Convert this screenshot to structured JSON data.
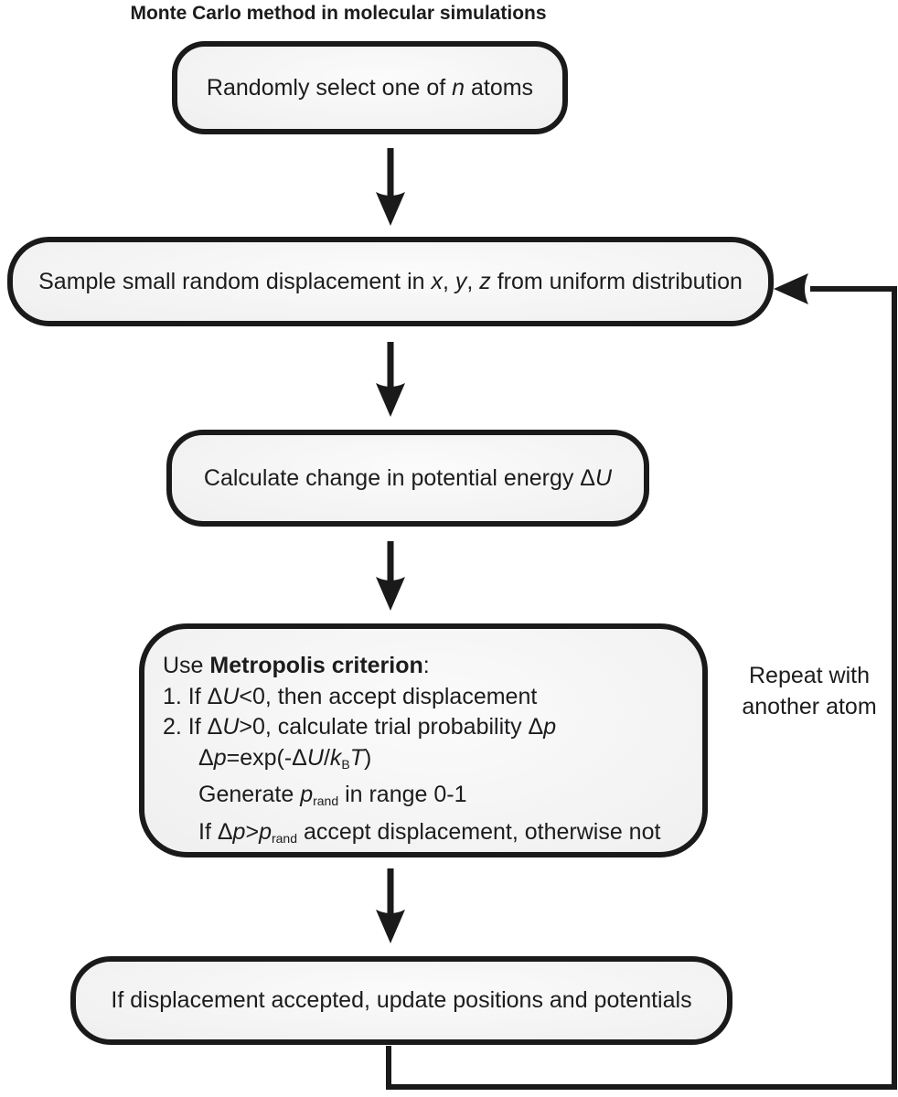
{
  "title": "Monte Carlo method in molecular simulations",
  "colors": {
    "background": "#ffffff",
    "box-border": "#1a1a1a",
    "box-fill-start": "#fbfbfb",
    "box-fill-end": "#e2e2e2",
    "text": "#1c1c1e",
    "arrow": "#1a1a1a"
  },
  "flow": {
    "select": {
      "lines": [
        {
          "segments": [
            {
              "t": "Randomly select one of "
            },
            {
              "t": "n",
              "i": true
            },
            {
              "t": " atoms"
            }
          ]
        }
      ]
    },
    "sample": {
      "lines": [
        {
          "segments": [
            {
              "t": "Sample small random displacement in "
            },
            {
              "t": "x",
              "i": true
            },
            {
              "t": ", "
            },
            {
              "t": "y",
              "i": true
            },
            {
              "t": ", "
            },
            {
              "t": "z",
              "i": true
            },
            {
              "t": " from uniform distribution"
            }
          ]
        }
      ]
    },
    "energy": {
      "lines": [
        {
          "segments": [
            {
              "t": "Calculate change in potential energy Δ"
            },
            {
              "t": "U",
              "i": true
            }
          ]
        }
      ]
    },
    "metropolis": {
      "lines": [
        {
          "segments": [
            {
              "t": "Use "
            },
            {
              "t": "Metropolis criterion",
              "b": true
            },
            {
              "t": ":"
            }
          ]
        },
        {
          "segments": [
            {
              "t": "1. If Δ"
            },
            {
              "t": "U",
              "i": true
            },
            {
              "t": "<0, then accept displacement"
            }
          ]
        },
        {
          "segments": [
            {
              "t": "2. If Δ"
            },
            {
              "t": "U",
              "i": true
            },
            {
              "t": ">0, calculate trial probability Δ"
            },
            {
              "t": "p",
              "i": true
            }
          ]
        },
        {
          "indent": true,
          "segments": [
            {
              "t": "Δ"
            },
            {
              "t": "p",
              "i": true
            },
            {
              "t": "=exp(-Δ"
            },
            {
              "t": "U",
              "i": true
            },
            {
              "t": "/"
            },
            {
              "t": "k",
              "i": true
            },
            {
              "t": "B",
              "sub": true
            },
            {
              "t": "T",
              "i": true
            },
            {
              "t": ")"
            }
          ]
        },
        {
          "indent": true,
          "segments": [
            {
              "t": "Generate "
            },
            {
              "t": "p",
              "i": true
            },
            {
              "t": "rand",
              "sub": true,
              "i": true
            },
            {
              "t": " in range 0-1"
            }
          ]
        },
        {
          "indent": true,
          "segments": [
            {
              "t": "If Δ"
            },
            {
              "t": "p",
              "i": true
            },
            {
              "t": ">"
            },
            {
              "t": "p",
              "i": true
            },
            {
              "t": "rand",
              "sub": true,
              "i": true
            },
            {
              "t": " accept displacement, otherwise not"
            }
          ]
        }
      ]
    },
    "update": {
      "lines": [
        {
          "segments": [
            {
              "t": "If displacement accepted, update positions and potentials"
            }
          ]
        }
      ]
    }
  },
  "loop_label": {
    "line1": "Repeat with",
    "line2": "another atom"
  }
}
